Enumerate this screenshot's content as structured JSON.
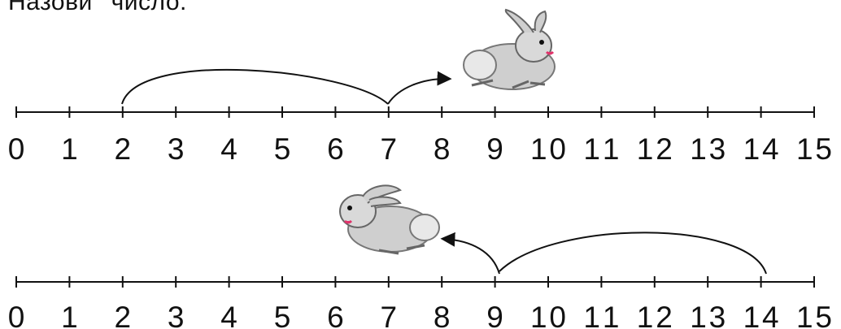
{
  "title": "Назови число.",
  "number_lines": [
    {
      "id": "top",
      "labels": [
        "0",
        "1",
        "2",
        "3",
        "4",
        "5",
        "6",
        "7",
        "8",
        "9",
        "10",
        "11",
        "12",
        "13",
        "14",
        "15"
      ],
      "jump": {
        "from": 2,
        "to": 7,
        "direction": "right"
      },
      "rabbit": "running-right"
    },
    {
      "id": "bottom",
      "labels": [
        "0",
        "1",
        "2",
        "3",
        "4",
        "5",
        "6",
        "7",
        "8",
        "9",
        "10",
        "11",
        "12",
        "13",
        "14",
        "15"
      ],
      "jump": {
        "from": 14,
        "to": 9,
        "direction": "left"
      },
      "rabbit": "running-left"
    }
  ],
  "icons": [
    "rabbit-icon",
    "arrow-icon"
  ],
  "colors": {
    "ink": "#111111",
    "rabbit_fur": "#cfcfcf",
    "rabbit_shadow": "#777777",
    "rabbit_mouth": "#e0336b"
  }
}
